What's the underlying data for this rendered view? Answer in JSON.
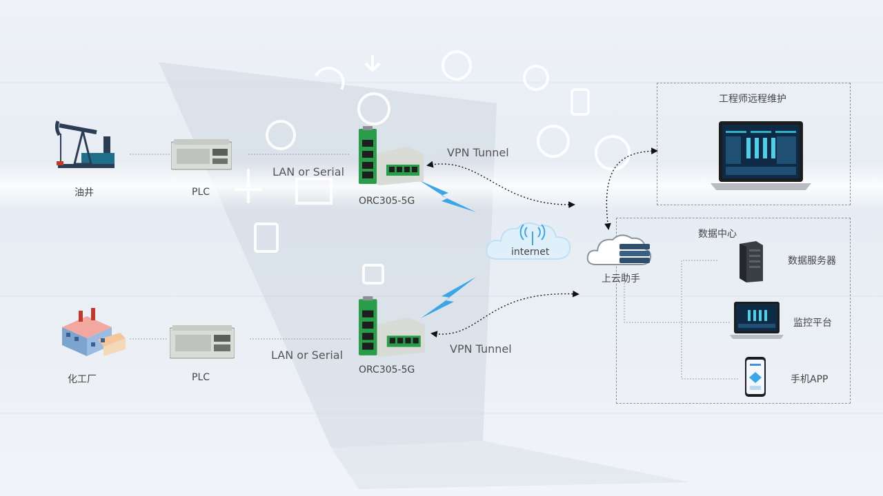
{
  "sites": [
    {
      "label": "油井",
      "plc_label": "PLC",
      "link_label": "LAN or Serial",
      "router_label": "ORC305-5G",
      "tunnel_label": "VPN Tunnel"
    },
    {
      "label": "化工厂",
      "plc_label": "PLC",
      "link_label": "LAN or Serial",
      "router_label": "ORC305-5G",
      "tunnel_label": "VPN Tunnel"
    }
  ],
  "internet_label": "internet",
  "cloud_label": "上云助手",
  "engineer": {
    "title": "工程师远程维护"
  },
  "datacenter": {
    "title": "数据中心",
    "items": [
      {
        "label": "数据服务器"
      },
      {
        "label": "监控平台"
      },
      {
        "label": "手机APP"
      }
    ]
  },
  "colors": {
    "accent": "#2a9d4b",
    "lightning": "#3aa6e8",
    "screen": "#0e2a44"
  }
}
